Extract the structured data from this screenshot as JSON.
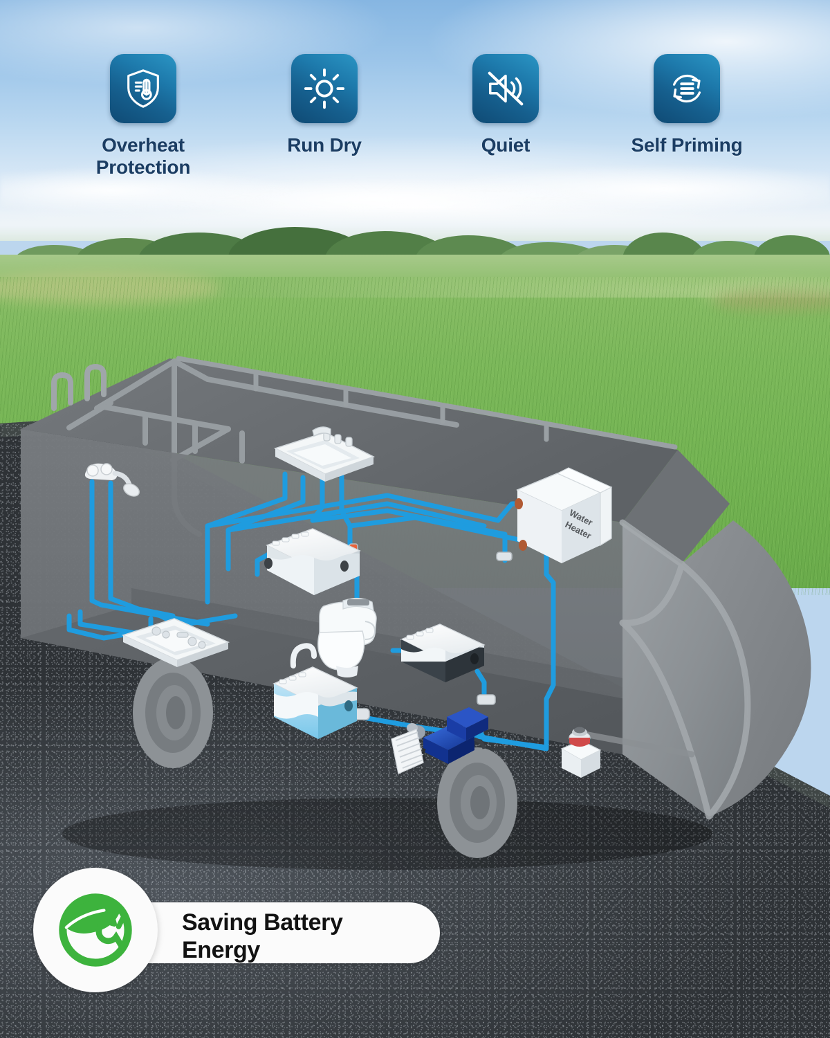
{
  "features": [
    {
      "id": "overheat-protection",
      "label": "Overheat\nProtection",
      "icon": "shield-thermometer-icon"
    },
    {
      "id": "run-dry",
      "label": "Run Dry",
      "icon": "sun-icon"
    },
    {
      "id": "quiet",
      "label": "Quiet",
      "icon": "speaker-mute-icon"
    },
    {
      "id": "self-priming",
      "label": "Self Priming",
      "icon": "recycle-arrows-icon"
    }
  ],
  "diagram": {
    "title": "RV water system cutaway",
    "water_heater_label": "Water\nHeater",
    "components": [
      "shower-head",
      "bathroom-sink",
      "kitchen-sink",
      "fresh-water-tank",
      "toilet",
      "grey-water-tank",
      "black-water-tank",
      "water-heater",
      "water-pump",
      "city-water-inlet",
      "roof-vent-pipes",
      "wheel-front",
      "wheel-rear"
    ]
  },
  "badge": {
    "text": "Saving Battery\nEnergy",
    "icon": "eco-leaf-plug-icon"
  },
  "colors": {
    "icon_tile_light": "#2b95c4",
    "icon_tile_dark": "#0f4a74",
    "label_navy": "#1b3d63",
    "badge_green": "#3db33d",
    "badge_text": "#121212",
    "pipe_blue": "#1f9cdf",
    "rv_body_gray": "#6e7276",
    "rv_floor_gray": "#5d6165",
    "water_fill_blue": "#a8dcf2",
    "pump_blue": "#1f4fb5"
  }
}
